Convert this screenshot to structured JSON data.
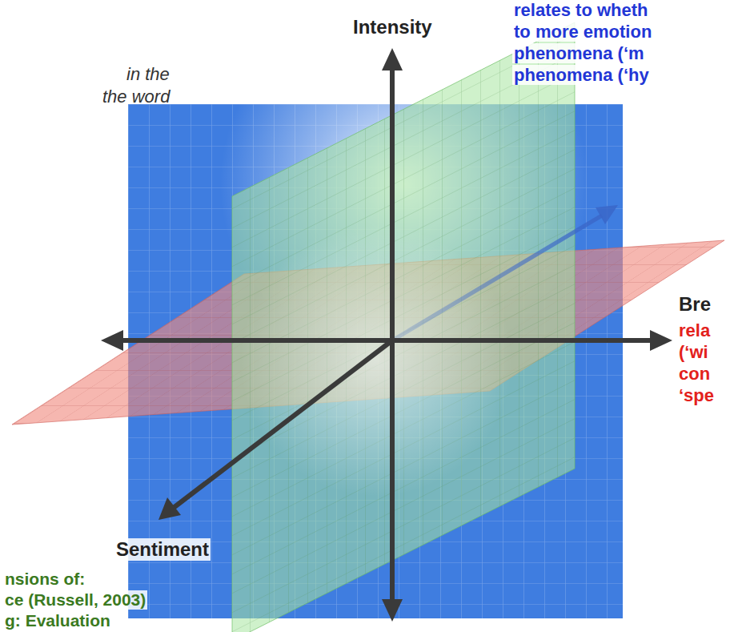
{
  "diagram": {
    "labels": [
      "in the",
      "the word",
      "Intensity",
      "relates to wheth",
      "to more emotion",
      "phenomena (‘m",
      "phenomena (‘hy",
      "Bre",
      "rela",
      "(‘wi",
      "con",
      "‘spe",
      "Sentiment",
      "nsions of:",
      "ce (Russell, 2003)",
      "g: Evaluation"
    ]
  }
}
